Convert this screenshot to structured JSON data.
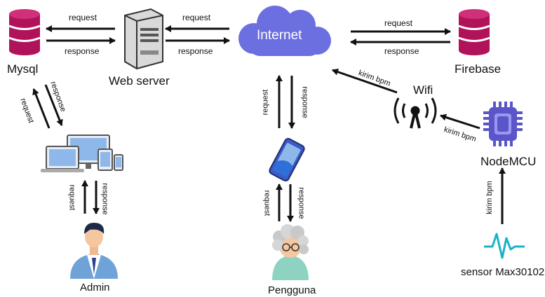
{
  "nodes": {
    "mysql": "Mysql",
    "web_server": "Web server",
    "internet": "Internet",
    "firebase": "Firebase",
    "wifi": "Wifi",
    "nodemcu": "NodeMCU",
    "admin": "Admin",
    "pengguna": "Pengguna",
    "sensor": "sensor Max30102"
  },
  "edges": {
    "request": "request",
    "response": "response",
    "kirim_bpm": "kirim bpm"
  },
  "colors": {
    "database": "#b0135a",
    "cloud": "#6c6fe0",
    "chip": "#5a55c8",
    "device": "#8fb8ea",
    "signal": "#19b3c7",
    "arrow": "#111111"
  }
}
